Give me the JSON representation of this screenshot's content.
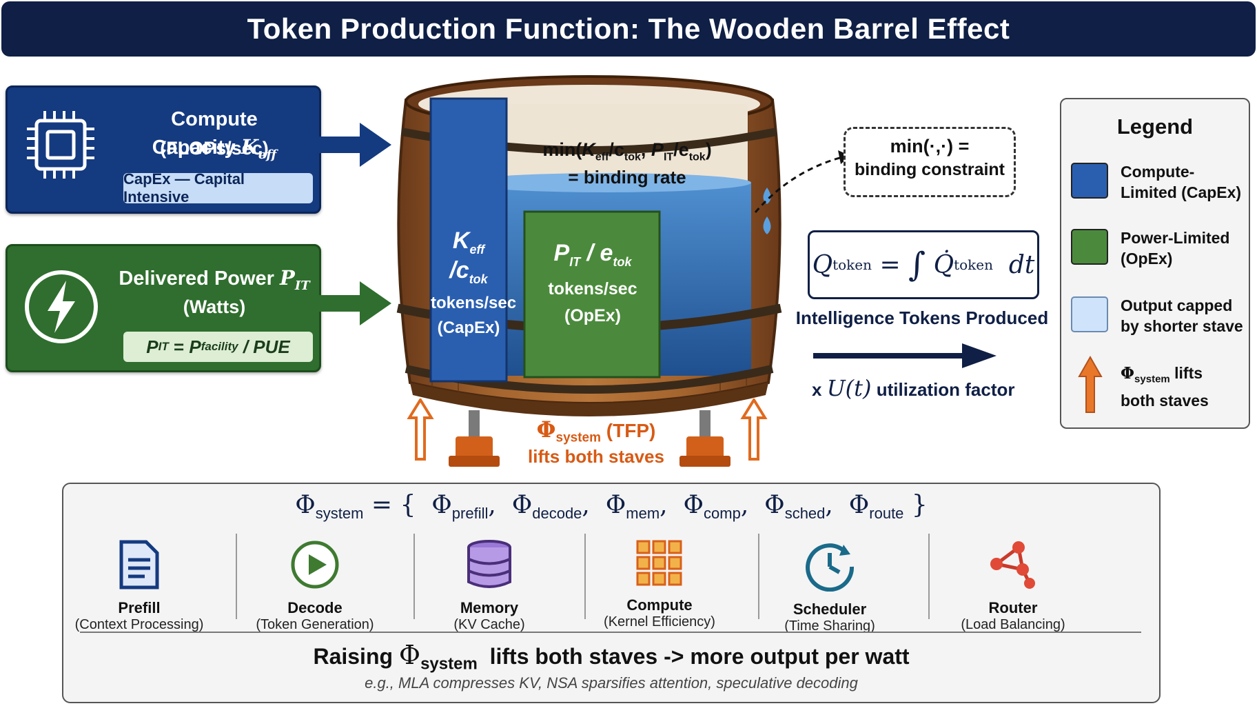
{
  "title": "Token Production Function: The Wooden Barrel Effect",
  "compute": {
    "title": "Compute Capacity",
    "symbol": "K",
    "symbol_sub": "eff",
    "unit": "(FLOPs/sec)",
    "pill": "CapEx — Capital Intensive",
    "icon": "cpu-chip-icon"
  },
  "power": {
    "title": "Delivered Power",
    "symbol": "P",
    "symbol_sub": "IT",
    "unit": "(Watts)",
    "pill_lhs": "P",
    "pill_lhs_sub": "IT",
    "pill_eq": "=",
    "pill_rhs": "P",
    "pill_rhs_sub": "facility",
    "pill_div": "/ PUE",
    "icon": "lightning-bolt-icon"
  },
  "barrel": {
    "min_expr_prefix": "min(",
    "min_k": "K",
    "min_k_sub": "eff",
    "min_slash1": "/c",
    "min_c_sub": "tok",
    "min_comma": ", ",
    "min_p": "P",
    "min_p_sub": "IT",
    "min_slash2": "/e",
    "min_e_sub": "tok",
    "min_close": ")",
    "binding_rate": "= binding rate",
    "left_stave": {
      "k": "K",
      "k_sub": "eff",
      "slash": " /",
      "c": "c",
      "c_sub": "tok",
      "rate": "tokens/sec",
      "type": "(CapEx)"
    },
    "right_stave": {
      "p": "P",
      "p_sub": "IT",
      "slash": " / ",
      "e": "e",
      "e_sub": "tok",
      "rate": "tokens/sec",
      "type": "(OpEx)"
    },
    "jack_phi": "Φ",
    "jack_sub": "system",
    "jack_tfp": " (TFP)",
    "jack_label": "lifts both staves"
  },
  "binding_box": {
    "line1": "min(·,·) =",
    "line2": "binding constraint"
  },
  "integral": {
    "q": "Q",
    "q_sub": "token",
    "eq": "=",
    "int": "∫",
    "qdot": "Q̇",
    "qdot_sub": "token",
    "dt": "dt",
    "caption": "Intelligence Tokens Produced",
    "util_prefix": "x",
    "util_u": "U(t)",
    "util_label": "utilization factor"
  },
  "legend": {
    "title": "Legend",
    "items": [
      {
        "label": "Compute-Limited (CapEx)",
        "color": "#2a5fb0"
      },
      {
        "label": "Power-Limited (OpEx)",
        "color": "#4b8a3c"
      },
      {
        "label": "Output capped by shorter stave",
        "color": "#cfe3fb"
      }
    ],
    "arrow_phi": "Φ",
    "arrow_sub": "system",
    "arrow_label1": " lifts",
    "arrow_label2": "both staves"
  },
  "system": {
    "phi": "Φ",
    "sub": "system",
    "eq": "= {",
    "parts": [
      "prefill",
      "decode",
      "mem",
      "comp",
      "sched",
      "route"
    ],
    "close": "}",
    "components": [
      {
        "label": "Prefill",
        "sub": "(Context Processing)",
        "icon": "document-icon"
      },
      {
        "label": "Decode",
        "sub": "(Token Generation)",
        "icon": "play-icon"
      },
      {
        "label": "Memory",
        "sub": "(KV Cache)",
        "icon": "database-icon"
      },
      {
        "label": "Compute",
        "sub": "(Kernel Efficiency)",
        "icon": "grid-icon"
      },
      {
        "label": "Scheduler",
        "sub": "(Time Sharing)",
        "icon": "clock-icon"
      },
      {
        "label": "Router",
        "sub": "(Load Balancing)",
        "icon": "network-icon"
      }
    ],
    "raising_prefix": "Raising",
    "raising_phi": "Φ",
    "raising_sub": "system",
    "raising_suffix": "lifts both staves -> more output per watt",
    "example": "e.g., MLA compresses KV, NSA sparsifies attention, speculative decoding"
  }
}
